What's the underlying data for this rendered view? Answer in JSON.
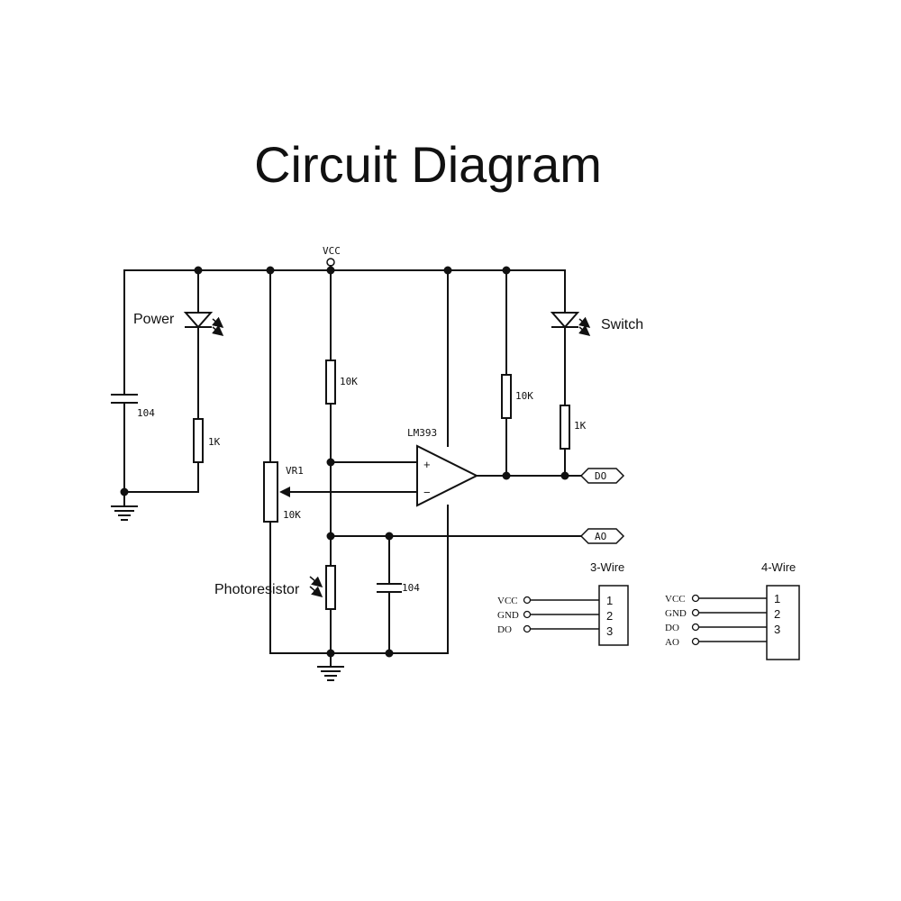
{
  "title": "Circuit Diagram",
  "labels": {
    "vcc": "VCC",
    "power": "Power",
    "switch": "Switch",
    "c1": "104",
    "r_power": "1K",
    "r_pullup": "10K",
    "r_out": "10K",
    "r_switch": "1K",
    "comparator": "LM393",
    "plus": "+",
    "minus": "−",
    "pot_name": "VR1",
    "pot_value": "10K",
    "photoresistor": "Photoresistor",
    "c2": "104",
    "do_port": "DO",
    "ao_port": "AO"
  },
  "connectors": {
    "three_wire": {
      "title": "3-Wire",
      "signals": [
        "VCC",
        "GND",
        "DO"
      ],
      "pins": [
        "1",
        "2",
        "3"
      ]
    },
    "four_wire": {
      "title": "4-Wire",
      "signals": [
        "VCC",
        "GND",
        "DO",
        "AO"
      ],
      "pins": [
        "1",
        "2",
        "3"
      ]
    }
  }
}
